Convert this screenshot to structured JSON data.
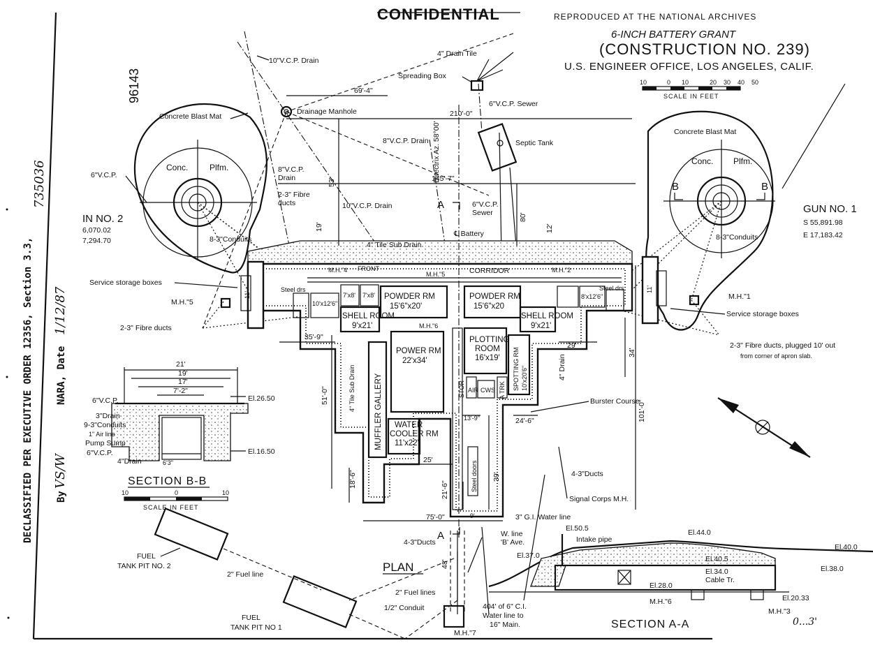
{
  "header": {
    "stamp_top": "CONFIDENTIAL",
    "archive_note": "REPRODUCED AT THE NATIONAL ARCHIVES",
    "battery_name": "6-INCH BATTERY GRANT",
    "construction": "(CONSTRUCTION NO. 239)",
    "office": "U.S. ENGINEER OFFICE, LOS ANGELES, CALIF.",
    "scale_ticks": [
      "10",
      "0",
      "10",
      "20",
      "30",
      "40",
      "50"
    ],
    "scale_label": "SCALE IN FEET"
  },
  "margin": {
    "doc_number": "96143",
    "declassified": "DECLASSIFIED PER EXECUTIVE ORDER 12356, Section 3.3,",
    "handwritten_number": "735036",
    "by_label": "By",
    "by_initials": "VS/W",
    "nara_label": "NARA, Date",
    "date_value": "1/12/87"
  },
  "guns": {
    "gun2": {
      "name": "IN NO. 2",
      "coord1": "6,070.02",
      "coord2": "7,294.70"
    },
    "gun1": {
      "name": "GUN NO. 1",
      "coord1": "S 55,891.98",
      "coord2": "E 17,183.42"
    }
  },
  "labels": {
    "vcp_drain_top": "10\"V.C.P. Drain",
    "drain_tile": "4\" Drain Tile",
    "spreading_box": "Spreading Box",
    "vcp_sewer_top": "6\"V.C.P. Sewer",
    "septic_tank": "Septic Tank",
    "drainage_manhole": "Drainage Manhole",
    "blast_mat_left": "Concrete Blast Mat",
    "blast_mat_right": "Concrete Blast Mat",
    "vcp_drain_8": "8\"V.C.P. Drain",
    "vcp_6_left": "6\"V.C.P.",
    "vcp_drain_8b_1": "8\"V.C.P.",
    "vcp_drain_8b_2": "Drain",
    "conc_left": "Conc.",
    "plfm_left": "Plfm.",
    "conc_right": "Conc.",
    "plfm_right": "Plfm.",
    "fibre_ducts_1": "2-3\" Fibre",
    "fibre_ducts_2": "ducts",
    "conduits_left": "8-3\"Conduits",
    "conduits_right": "8-3\"Conduits",
    "vcp_drain_mid": "10\"V.C.P. Drain",
    "section_a": "A",
    "vcp_sewer_mid_1": "6\"V.C.P.",
    "vcp_sewer_mid_2": "Sewer",
    "battery_cl": "℄ Battery",
    "tile_sub_drain": "4\" Tile Sub Drain",
    "service_boxes_left": "Service storage boxes",
    "service_boxes_right": "Service storage boxes",
    "mh5": "M.H.\"5",
    "mh1": "M.H.\"1",
    "fibre_ducts_left": "2-3\" Fibre ducts",
    "fibre_ducts_right_1": "2-3\" Fibre ducts, plugged 10' out",
    "fibre_ducts_right_2": "from corner of apron slab.",
    "steel_drs": "Steel drs",
    "steel_drs_r": "Steel drs",
    "mh4": "M.H.\"4",
    "mh2": "M.H.\"2",
    "mh5b": "M.H.\"5",
    "mh6": "M.H.\"6",
    "front": "FRONT",
    "corridor": "CORRIDOR",
    "bursting_course": "Burster Course",
    "drain_4": "4\" Drain",
    "tile_sub_drain_v": "4\" Tile Sub Drain",
    "ducts_4_3": "4-3\"Ducts",
    "signal_mh": "Signal Corps M.H.",
    "gi_water_line": "3\" G.I. Water line",
    "w_line_1": "W. line",
    "w_line_2": "'B' Ave.",
    "ducts_left": "4-3\"Ducts",
    "fuel_lines": "2\" Fuel lines",
    "conduit": "1/2\" Conduit",
    "mh7": "M.H.\"7",
    "water_line_1": "404' of 6\" C.I.",
    "water_line_2": "Water line to",
    "water_line_3": "16\" Main.",
    "fuel_line": "2\" Fuel line",
    "fuel_pit_2_1": "FUEL",
    "fuel_pit_2_2": "TANK PIT NO. 2",
    "fuel_pit_1_1": "FUEL",
    "fuel_pit_1_2": "TANK PIT NO 1",
    "plan": "PLAN",
    "steel_doors": "Steel doors",
    "air": "AIR",
    "cws": "CWS",
    "stor": "STOR",
    "atrk": "A TRK",
    "directrix": "Directrix Az. 58°00'",
    "b_left": "B",
    "b_right": "B"
  },
  "rooms": {
    "powder_left": "POWDER RM",
    "powder_left_dim": "15'6\"x20'",
    "powder_right": "POWDER RM",
    "powder_right_dim": "15'6\"x20",
    "shell_left": "SHELL ROOM",
    "shell_left_dim": "9'x21'",
    "shell_right": "SHELL ROOM",
    "shell_right_dim": "9'x21'",
    "power": "POWER RM",
    "power_dim": "22'x34'",
    "plotting": "PLOTTING",
    "plotting_2": "ROOM",
    "plotting_dim": "16'x19'",
    "spotting": "SPOTTING RM",
    "spotting_dim": "10'x20'6\"",
    "muffler": "MUFFLER GALLERY",
    "water_cooler": "WATER",
    "water_cooler_2": "COOLER RM",
    "water_cooler_dim": "11'x22'",
    "sm_7x8a": "7'x8'",
    "sm_7x8b": "7'x8'",
    "sm_10x12": "10'x12'6\"",
    "sm_8x12": "8'x12'6\""
  },
  "dimensions": {
    "d_69_4": "69'-4\"",
    "d_210": "210'-0\"",
    "d_145_7": "145'-7\"",
    "d_53": "53'",
    "d_80": "80'",
    "d_19": "19'",
    "d_12": "12'",
    "d_11": "11'",
    "d_35_9": "35'-9\"",
    "d_29": "29'",
    "d_34": "34'",
    "d_51_0": "51'-0\"",
    "d_101_0": "101'-0\"",
    "d_24_6": "24'-6\"",
    "d_13_9": "13'-9\"",
    "d_25": "25'",
    "d_18_6": "18'-6\"",
    "d_21_6": "21'-6\"",
    "d_39": "39'",
    "d_75_0": "75'-0\"",
    "d_48": "48'",
    "d_9": "9'"
  },
  "section_bb": {
    "title": "SECTION B-B",
    "scale_ticks": [
      "10",
      "0",
      "10"
    ],
    "scale_label": "SCALE IN FEET",
    "dim_21": "21'",
    "dim_19": "19'",
    "dim_17": "17'",
    "dim_7_2": "7'-2\"",
    "dim_6_3": "6'3\"",
    "vcp": "6\"V.C.P.",
    "drain3": "3\"Drain",
    "conduits": "9-3\"Conduits",
    "air_line": "1\" Air line",
    "pump_sump": "Pump Sump",
    "vcp2": "6\"V.C.P.",
    "drain4": "4\"Drain",
    "el_top": "El.26.50",
    "el_bot": "El.16.50"
  },
  "section_aa": {
    "title": "SECTION A-A",
    "el_50_5": "El.50.5",
    "intake_pipe": "Intake pipe",
    "el_44": "El.44.0",
    "el_40": "El.40.0",
    "el_37": "El.37.0",
    "el_40_5": "El.40.5",
    "el_34": "El.34.0",
    "cable_tr": "Cable Tr.",
    "el_38": "El.38.0",
    "el_28": "El.28.0",
    "mh6": "M.H.\"6",
    "mh3": "M.H.\"3",
    "el_20_33": "El.20.33",
    "sheet_mark": "0...3'"
  }
}
